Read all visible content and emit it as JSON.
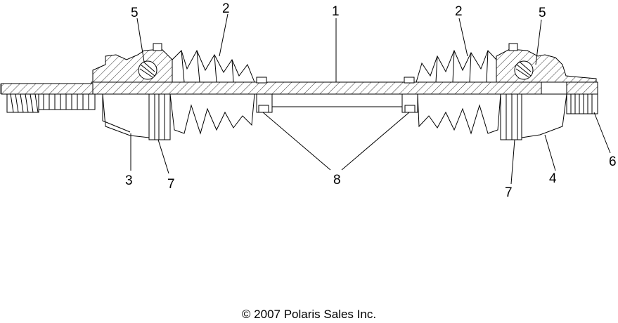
{
  "callouts": {
    "shaft": "1",
    "boot_left": "2",
    "boot_right": "2",
    "clamp_left": "5",
    "clamp_right": "5",
    "cv_housing_left": "3",
    "cv_housing_right": "4",
    "stub_right": "6",
    "ring_left": "7",
    "ring_right": "7",
    "damper_weights": "8"
  },
  "copyright": "© 2007 Polaris Sales Inc."
}
